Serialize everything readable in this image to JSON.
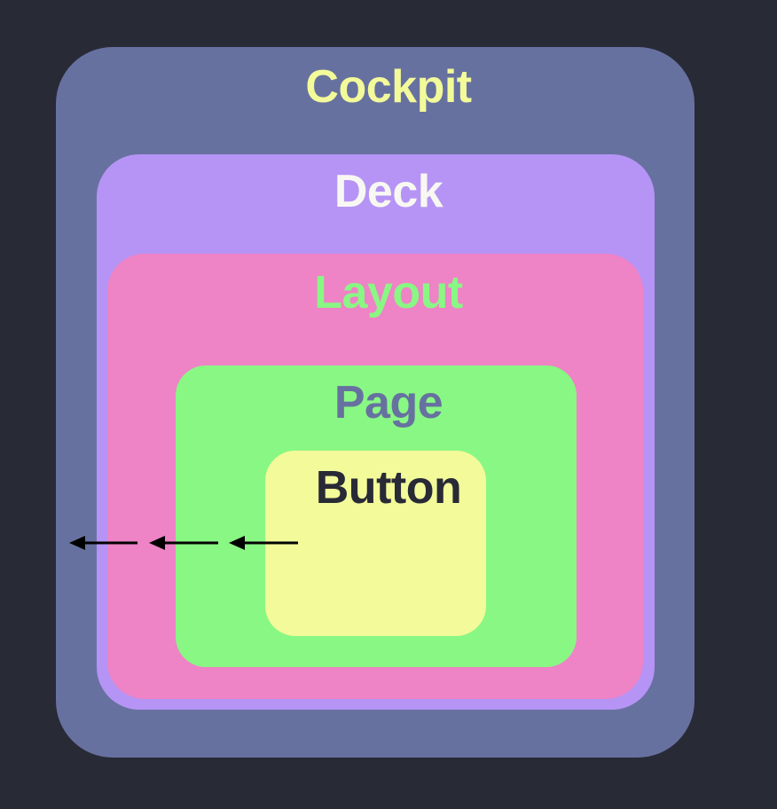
{
  "layers": [
    {
      "id": "cockpit",
      "label": "Cockpit",
      "fill": "#6771a0",
      "text_color": "#f3fa99"
    },
    {
      "id": "deck",
      "label": "Deck",
      "fill": "#b694f5",
      "text_color": "#f8f8f2"
    },
    {
      "id": "layout",
      "label": "Layout",
      "fill": "#ee83c6",
      "text_color": "#89f784"
    },
    {
      "id": "page",
      "label": "Page",
      "fill": "#89f784",
      "text_color": "#6771a0"
    },
    {
      "id": "button",
      "label": "Button",
      "fill": "#f3fa99",
      "text_color": "#282a36"
    }
  ],
  "arrows": {
    "color": "#000000",
    "count": 3,
    "direction": "left"
  },
  "background": "#282a36"
}
